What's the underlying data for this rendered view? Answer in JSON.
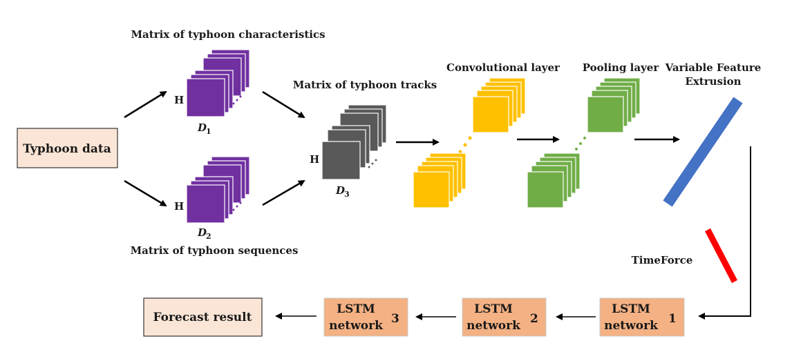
{
  "nodes": {
    "typhoon_data": "Typhoon data",
    "forecast_result": "Forecast result"
  },
  "labels": {
    "matrix_characteristics": "Matrix of typhoon characteristics",
    "matrix_sequences": "Matrix of typhoon sequences",
    "matrix_tracks": "Matrix of typhoon tracks",
    "convolutional_layer": "Convolutional layer",
    "pooling_layer": "Pooling layer",
    "variable_feature_line1": "Variable Feature",
    "variable_feature_line2": "Extrusion",
    "timeforce": "TimeForce",
    "h_label": "H"
  },
  "matrices": {
    "d1": {
      "letter": "D",
      "subscript": "1"
    },
    "d2": {
      "letter": "D",
      "subscript": "2"
    },
    "d3": {
      "letter": "D",
      "subscript": "3"
    }
  },
  "lstm": [
    {
      "line1": "LSTM",
      "line2": "network",
      "number": "1"
    },
    {
      "line1": "LSTM",
      "line2": "network",
      "number": "2"
    },
    {
      "line1": "LSTM",
      "line2": "network",
      "number": "3"
    }
  ],
  "colors": {
    "purple": "#7030a0",
    "gray": "#595959",
    "orange": "#ffc000",
    "green": "#70ad47",
    "blue": "#4472c4",
    "red": "#ff0000",
    "box_light": "#fbe5d6",
    "box_orange": "#f4b183"
  }
}
